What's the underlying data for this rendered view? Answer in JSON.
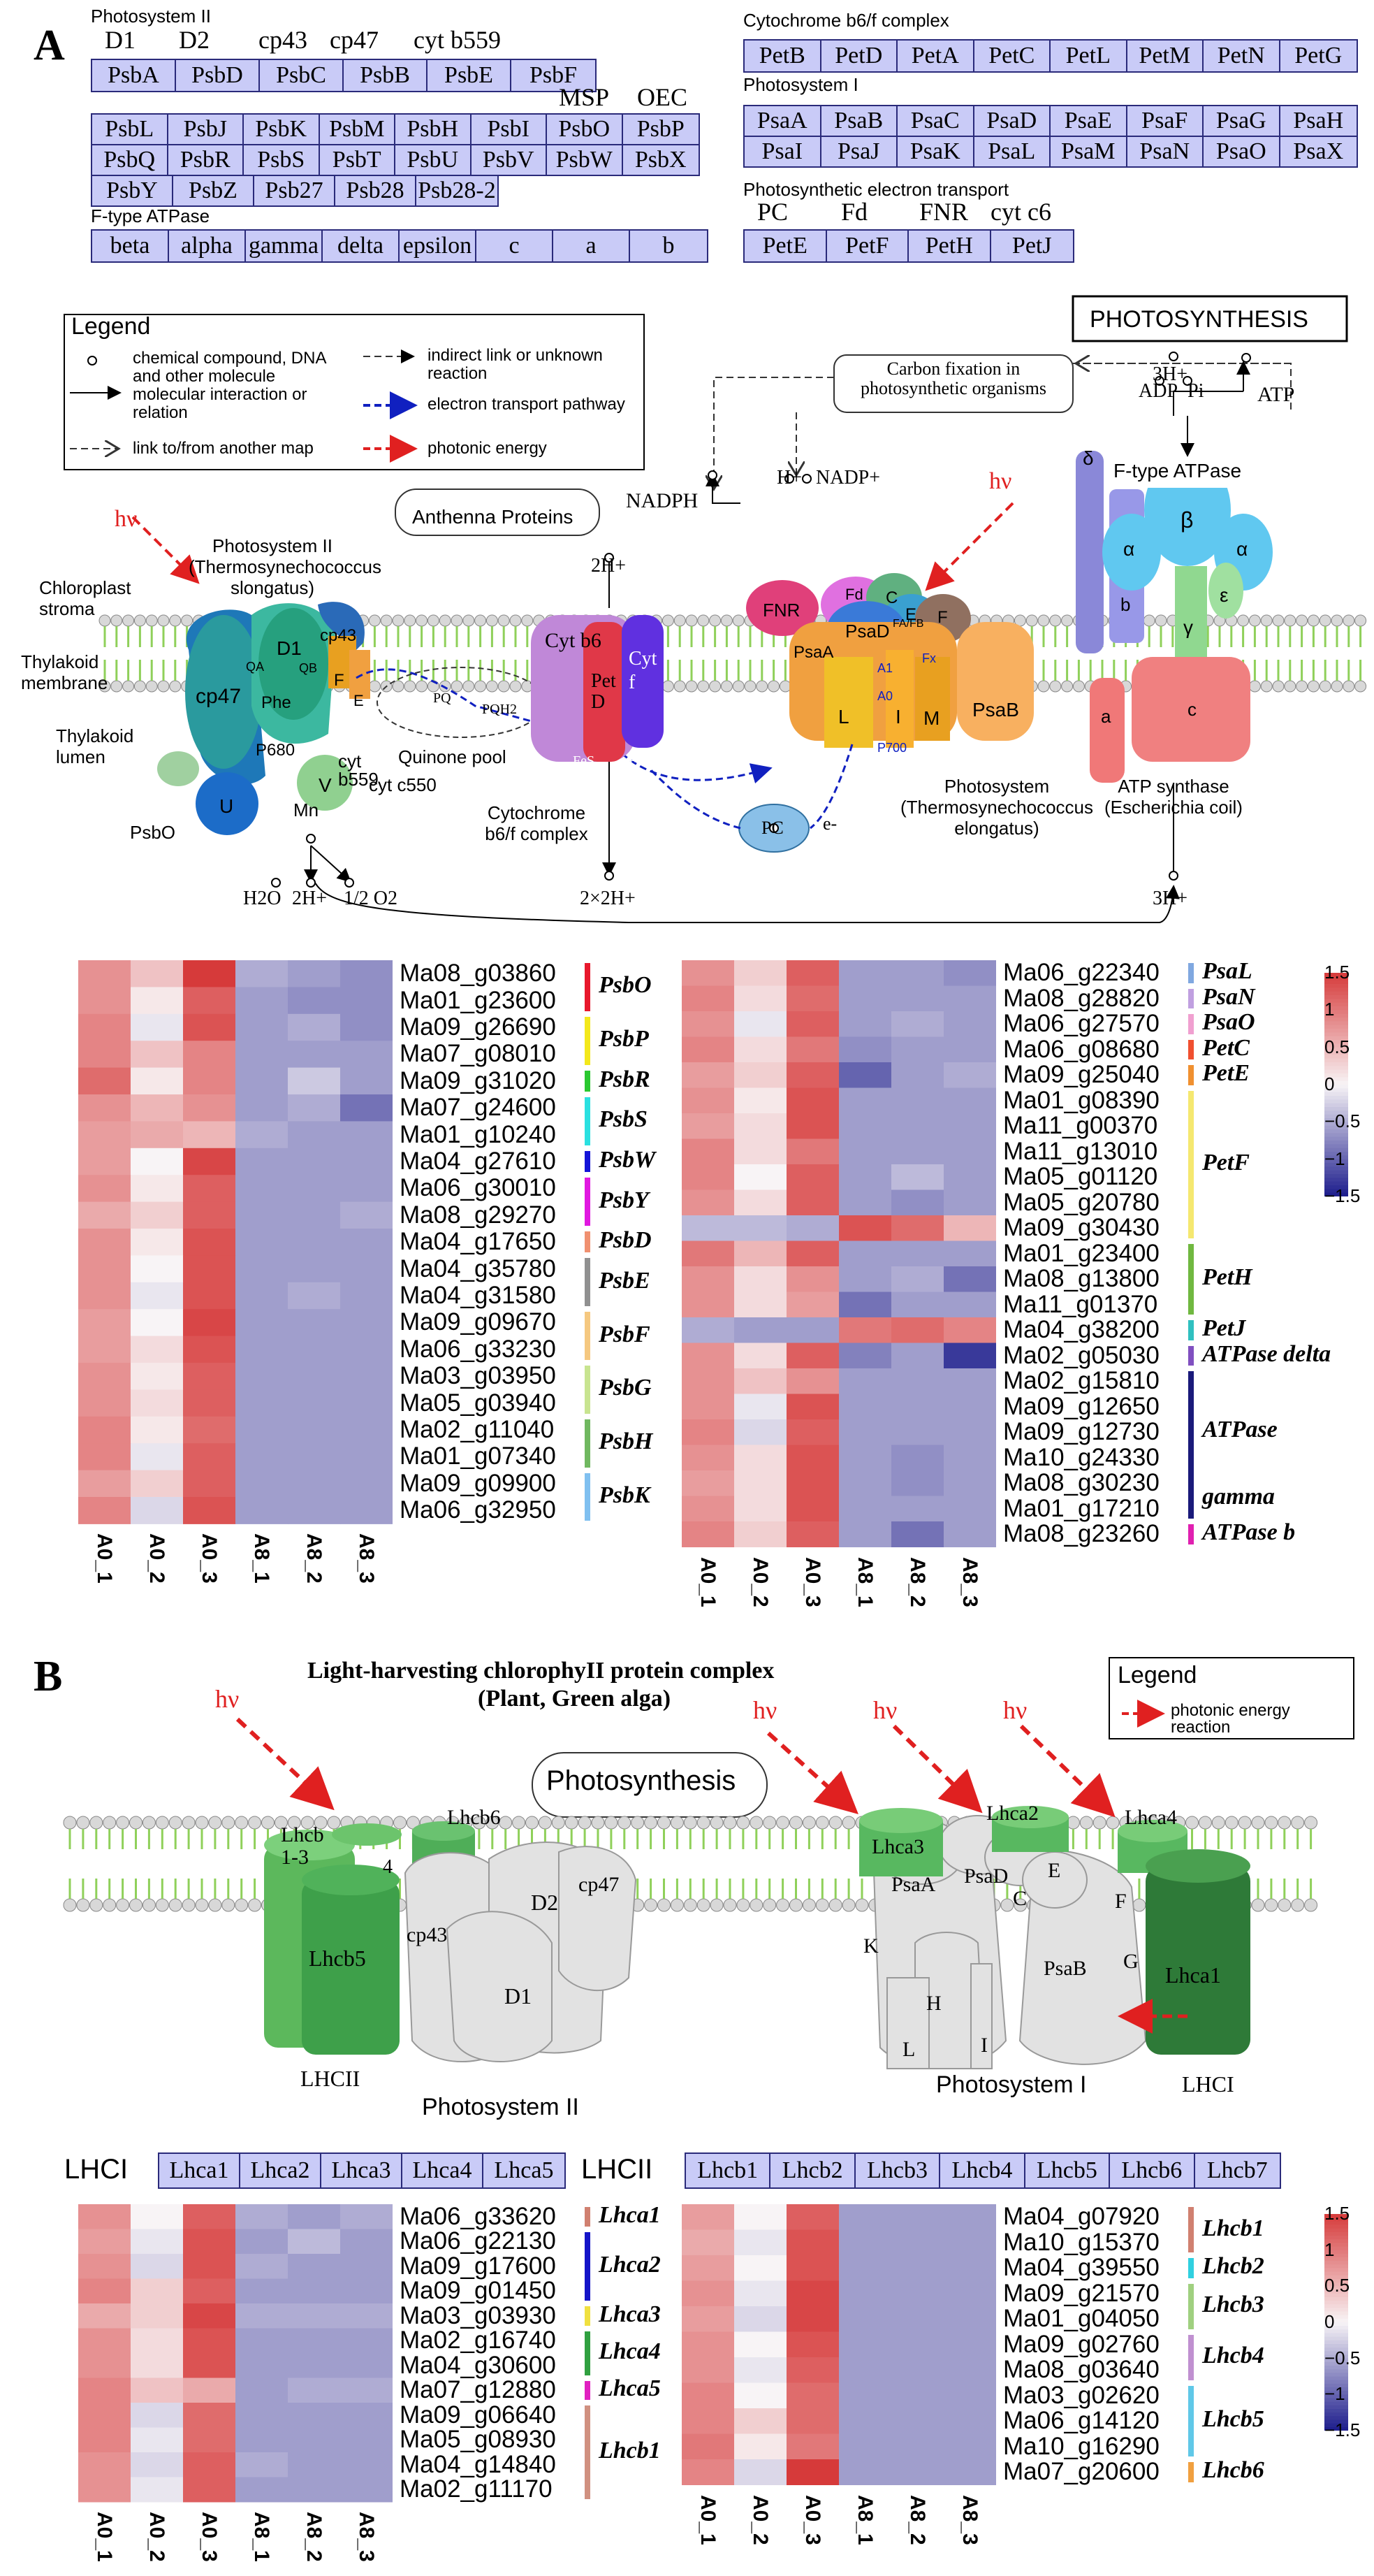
{
  "panel_a_label": "A",
  "panel_b_label": "B",
  "gene_tables": {
    "ps2": {
      "title": "Photosystem II",
      "top_labels": [
        "D1",
        "D2",
        "cp43",
        "cp47",
        "cyt b559"
      ],
      "row1": [
        "PsbA",
        "PsbD",
        "PsbC",
        "PsbB",
        "PsbE",
        "PsbF"
      ],
      "top_labels2": [
        "MSP",
        "OEC"
      ],
      "row2": [
        "PsbL",
        "PsbJ",
        "PsbK",
        "PsbM",
        "PsbH",
        "PsbI",
        "PsbO",
        "PsbP"
      ],
      "row3": [
        "PsbQ",
        "PsbR",
        "PsbS",
        "PsbT",
        "PsbU",
        "PsbV",
        "PsbW",
        "PsbX"
      ],
      "row4": [
        "PsbY",
        "PsbZ",
        "Psb27",
        "Psb28",
        "Psb28-2"
      ]
    },
    "atp": {
      "title": "F-type ATPase",
      "row1": [
        "beta",
        "alpha",
        "gamma",
        "delta",
        "epsilon",
        "c",
        "a",
        "b"
      ]
    },
    "b6f": {
      "title": "Cytochrome b6/f complex",
      "row1": [
        "PetB",
        "PetD",
        "PetA",
        "PetC",
        "PetL",
        "PetM",
        "PetN",
        "PetG"
      ]
    },
    "ps1": {
      "title": "Photosystem I",
      "row1": [
        "PsaA",
        "PsaB",
        "PsaC",
        "PsaD",
        "PsaE",
        "PsaF",
        "PsaG",
        "PsaH"
      ],
      "row2": [
        "PsaI",
        "PsaJ",
        "PsaK",
        "PsaL",
        "PsaM",
        "PsaN",
        "PsaO",
        "PsaX"
      ]
    },
    "pet": {
      "title": "Photosynthetic electron transport",
      "top_labels": [
        "PC",
        "Fd",
        "FNR",
        "cyt c6"
      ],
      "row1": [
        "PetE",
        "PetF",
        "PetH",
        "PetJ"
      ]
    }
  },
  "legend_a": {
    "title": "Legend",
    "items": [
      "chemical compound, DNA and other molecule",
      "molecular interaction or relation",
      "link to/from another map",
      "indirect link or unknown reaction",
      "electron transport pathway",
      "photonic energy"
    ]
  },
  "diagram_a": {
    "title": "PHOTOSYNTHESIS",
    "hv": "hν",
    "carbon_fixation": "Carbon fixation in photosynthetic organisms",
    "antenna": "Anthenna Proteins",
    "ps2_caption": "Photosystem II (Thermosynechococcus slongatus)",
    "stroma": "Chloroplast stroma",
    "membrane": "Thylakoid membrane",
    "lumen": "Thylakoid lumen",
    "quinone": "Quinone pool",
    "pq": "PQ",
    "pqh2": "PQH2",
    "cyt_b6f": "Cytochrome b6/f complex",
    "ps1_caption": "Photosystem (Thermosynechococcus elongatus)",
    "atp_synthase": "ATP synthase (Escherichia coil)",
    "f_type": "F-type ATPase",
    "nadph": "NADPH",
    "h_plus": "H+",
    "nadp_plus": "NADP+",
    "adp": "ADP",
    "pi": "Pi",
    "h3": "3H+",
    "atp": "ATP",
    "h2": "2H+",
    "h2o": "H2O",
    "half_o2": "1/2 O2",
    "h2x2": "2×2H+",
    "h3b": "3H+",
    "pc": "PC",
    "e_minus": "e-",
    "cyt_c550": "cyt c550",
    "cyt_b559": "cyt b559",
    "psbo": "PsbO",
    "mn": "Mn",
    "proteins": {
      "cp47": "cp47",
      "d1": "D1",
      "qa": "QA",
      "qb": "QB",
      "phe": "Phe",
      "p680": "P680",
      "cp43": "cp43",
      "f": "F",
      "e": "E",
      "u": "U",
      "v": "V",
      "cytb6": "Cyt b6",
      "pet_d": "Pet D",
      "cyt_f": "Cyt f",
      "fes": "FeS",
      "fe": "Fe",
      "fnr": "FNR",
      "fd": "Fd",
      "psad": "PsaD",
      "psaa": "PsaA",
      "c": "C",
      "e2": "E",
      "f2": "F",
      "fafb": "FA/FB",
      "a1": "A1",
      "a0": "A0",
      "fx": "Fx",
      "p700": "P700",
      "l": "L",
      "i": "I",
      "m": "M",
      "psab": "PsaB",
      "delta": "δ",
      "alpha": "α",
      "beta": "β",
      "alpha2": "α",
      "gamma": "γ",
      "eps": "ε",
      "b": "b",
      "a": "a",
      "c2": "c"
    }
  },
  "heatmap_columns": [
    "A0_1",
    "A0_2",
    "A0_3",
    "A8_1",
    "A8_2",
    "A8_3"
  ],
  "heatmap_a1": {
    "rows": [
      "Ma08_g03860",
      "Ma01_g23600",
      "Ma09_g26690",
      "Ma07_g08010",
      "Ma09_g31020",
      "Ma07_g24600",
      "Ma01_g10240",
      "Ma04_g27610",
      "Ma06_g30010",
      "Ma08_g29270",
      "Ma04_g17650",
      "Ma04_g35780",
      "Ma04_g31580",
      "Ma09_g09670",
      "Ma06_g33230",
      "Ma03_g03950",
      "Ma05_g03940",
      "Ma02_g11040",
      "Ma01_g07340",
      "Ma09_g09900",
      "Ma06_g32950"
    ],
    "values": [
      [
        0.8,
        0.4,
        1.5,
        -0.5,
        -0.6,
        -0.7
      ],
      [
        0.8,
        0.1,
        1.2,
        -0.6,
        -0.7,
        -0.7
      ],
      [
        0.9,
        -0.1,
        1.3,
        -0.6,
        -0.5,
        -0.7
      ],
      [
        0.9,
        0.4,
        0.9,
        -0.6,
        -0.6,
        -0.6
      ],
      [
        1.1,
        0.1,
        0.9,
        -0.6,
        -0.3,
        -0.6
      ],
      [
        0.8,
        0.5,
        0.8,
        -0.6,
        -0.5,
        -0.9
      ],
      [
        0.7,
        0.6,
        0.5,
        -0.5,
        -0.6,
        -0.6
      ],
      [
        0.7,
        0.0,
        1.4,
        -0.6,
        -0.6,
        -0.6
      ],
      [
        0.8,
        0.1,
        1.2,
        -0.6,
        -0.6,
        -0.6
      ],
      [
        0.6,
        0.3,
        1.2,
        -0.6,
        -0.6,
        -0.5
      ],
      [
        0.8,
        0.1,
        1.3,
        -0.6,
        -0.6,
        -0.6
      ],
      [
        0.8,
        0.0,
        1.3,
        -0.6,
        -0.6,
        -0.6
      ],
      [
        0.8,
        -0.1,
        1.3,
        -0.6,
        -0.5,
        -0.6
      ],
      [
        0.7,
        0.0,
        1.4,
        -0.6,
        -0.6,
        -0.6
      ],
      [
        0.7,
        0.2,
        1.3,
        -0.6,
        -0.6,
        -0.6
      ],
      [
        0.8,
        0.1,
        1.2,
        -0.6,
        -0.6,
        -0.6
      ],
      [
        0.8,
        0.2,
        1.2,
        -0.6,
        -0.6,
        -0.6
      ],
      [
        0.9,
        0.1,
        1.1,
        -0.6,
        -0.6,
        -0.6
      ],
      [
        0.9,
        -0.1,
        1.2,
        -0.6,
        -0.6,
        -0.6
      ],
      [
        0.7,
        0.3,
        1.2,
        -0.6,
        -0.6,
        -0.6
      ],
      [
        0.9,
        -0.2,
        1.3,
        -0.6,
        -0.6,
        -0.6
      ]
    ],
    "groups": [
      {
        "name": "PsbO",
        "start": 0,
        "end": 1,
        "color": "#e8182c"
      },
      {
        "name": "PsbP",
        "start": 2,
        "end": 3,
        "color": "#f3e81c"
      },
      {
        "name": "PsbR",
        "start": 4,
        "end": 4,
        "color": "#2ac830"
      },
      {
        "name": "PsbS",
        "start": 5,
        "end": 6,
        "color": "#2ae0e0"
      },
      {
        "name": "PsbW",
        "start": 7,
        "end": 7,
        "color": "#1414d8"
      },
      {
        "name": "PsbY",
        "start": 8,
        "end": 9,
        "color": "#e018e0"
      },
      {
        "name": "PsbD",
        "start": 10,
        "end": 10,
        "color": "#f09070"
      },
      {
        "name": "PsbE",
        "start": 11,
        "end": 12,
        "color": "#909090"
      },
      {
        "name": "PsbF",
        "start": 13,
        "end": 14,
        "color": "#f5c880"
      },
      {
        "name": "PsbG",
        "start": 15,
        "end": 16,
        "color": "#c8e490"
      },
      {
        "name": "PsbH",
        "start": 17,
        "end": 18,
        "color": "#70b860"
      },
      {
        "name": "PsbK",
        "start": 19,
        "end": 20,
        "color": "#80c0f0"
      }
    ]
  },
  "heatmap_a2": {
    "rows": [
      "Ma06_g22340",
      "Ma08_g28820",
      "Ma06_g27570",
      "Ma06_g08680",
      "Ma09_g25040",
      "Ma01_g08390",
      "Ma11_g00370",
      "Ma11_g13010",
      "Ma05_g01120",
      "Ma05_g20780",
      "Ma09_g30430",
      "Ma01_g23400",
      "Ma08_g13800",
      "Ma11_g01370",
      "Ma04_g38200",
      "Ma02_g05030",
      "Ma02_g15810",
      "Ma09_g12650",
      "Ma09_g12730",
      "Ma10_g24330",
      "Ma08_g30230",
      "Ma01_g17210",
      "Ma08_g23260"
    ],
    "values": [
      [
        0.8,
        0.3,
        1.2,
        -0.6,
        -0.6,
        -0.7
      ],
      [
        0.9,
        0.2,
        1.1,
        -0.6,
        -0.6,
        -0.6
      ],
      [
        0.8,
        -0.1,
        1.2,
        -0.6,
        -0.5,
        -0.6
      ],
      [
        0.9,
        0.2,
        1.0,
        -0.7,
        -0.6,
        -0.6
      ],
      [
        0.7,
        0.3,
        1.2,
        -1.0,
        -0.6,
        -0.5
      ],
      [
        0.8,
        0.1,
        1.3,
        -0.6,
        -0.6,
        -0.6
      ],
      [
        0.7,
        0.2,
        1.3,
        -0.6,
        -0.6,
        -0.6
      ],
      [
        0.9,
        0.2,
        1.0,
        -0.6,
        -0.6,
        -0.6
      ],
      [
        0.9,
        0.0,
        1.2,
        -0.6,
        -0.4,
        -0.6
      ],
      [
        0.8,
        0.2,
        1.2,
        -0.6,
        -0.7,
        -0.6
      ],
      [
        -0.4,
        -0.4,
        -0.5,
        1.3,
        1.1,
        0.5
      ],
      [
        1.0,
        0.5,
        1.2,
        -0.6,
        -0.6,
        -0.6
      ],
      [
        0.8,
        0.2,
        0.8,
        -0.6,
        -0.5,
        -0.9
      ],
      [
        0.8,
        0.2,
        0.7,
        -0.9,
        -0.6,
        -0.6
      ],
      [
        -0.5,
        -0.6,
        -0.6,
        1.0,
        1.1,
        0.9
      ],
      [
        0.8,
        0.2,
        1.2,
        -0.8,
        -0.6,
        -1.3
      ],
      [
        0.8,
        0.4,
        0.8,
        -0.6,
        -0.6,
        -0.6
      ],
      [
        0.8,
        -0.1,
        1.3,
        -0.6,
        -0.6,
        -0.6
      ],
      [
        0.9,
        -0.2,
        1.2,
        -0.6,
        -0.6,
        -0.6
      ],
      [
        0.8,
        0.2,
        1.3,
        -0.6,
        -0.7,
        -0.6
      ],
      [
        0.7,
        0.2,
        1.3,
        -0.6,
        -0.7,
        -0.6
      ],
      [
        0.8,
        0.2,
        1.3,
        -0.6,
        -0.6,
        -0.6
      ],
      [
        0.9,
        0.3,
        1.2,
        -0.6,
        -0.9,
        -0.6
      ]
    ],
    "groups": [
      {
        "name": "PsaL",
        "start": 0,
        "end": 0,
        "color": "#80a8e0"
      },
      {
        "name": "PsaN",
        "start": 1,
        "end": 1,
        "color": "#c0a0e0"
      },
      {
        "name": "PsaO",
        "start": 2,
        "end": 2,
        "color": "#f0a0d0"
      },
      {
        "name": "PetC",
        "start": 3,
        "end": 3,
        "color": "#f05030"
      },
      {
        "name": "PetE",
        "start": 4,
        "end": 4,
        "color": "#f09030"
      },
      {
        "name": "PetF",
        "start": 5,
        "end": 10,
        "color": "#f5e870"
      },
      {
        "name": "PetH",
        "start": 11,
        "end": 13,
        "color": "#70b840"
      },
      {
        "name": "PetJ",
        "start": 14,
        "end": 14,
        "color": "#30c0c0"
      },
      {
        "name": "ATPase delta",
        "start": 15,
        "end": 15,
        "color": "#8050c0"
      },
      {
        "name": "ATPase gamma",
        "start": 16,
        "end": 21,
        "color": "#1a1a7a"
      },
      {
        "name": "ATPase b",
        "start": 22,
        "end": 22,
        "color": "#e020b0"
      }
    ],
    "atpase_gamma_lines": [
      "ATPase",
      "gamma"
    ]
  },
  "colorbar": {
    "ticks": [
      "1.5",
      "1",
      "0.5",
      "0",
      "−0.5",
      "−1",
      "−1.5"
    ]
  },
  "diagram_b": {
    "title_line1": "Light-harvesting chlorophyII protein complex",
    "title_line2": "(Plant, Green alga)",
    "hv": "hν",
    "legend_title": "Legend",
    "legend_item": "photonic energy reaction",
    "photosynthesis": "Photosynthesis",
    "lhcb13": "Lhcb 1-3",
    "four": "4",
    "lhcb6": "Lhcb6",
    "lhcb5": "Lhcb5",
    "cp43": "cp43",
    "d2": "D2",
    "cp47": "cp47",
    "d1": "D1",
    "lhcii": "LHCII",
    "ps2": "Photosystem II",
    "lhca3": "Lhca3",
    "lhca2": "Lhca2",
    "lhca4": "Lhca4",
    "psaa": "PsaA",
    "psad": "PsaD",
    "c": "C",
    "e": "E",
    "f": "F",
    "g": "G",
    "k": "K",
    "h": "H",
    "psab": "PsaB",
    "l": "L",
    "i": "I",
    "lhca1": "Lhca1",
    "ps1": "Photosystem I",
    "lhci": "LHCI"
  },
  "lhc_tables": {
    "lhci": {
      "title": "LHCI",
      "cells": [
        "Lhca1",
        "Lhca2",
        "Lhca3",
        "Lhca4",
        "Lhca5"
      ]
    },
    "lhcii": {
      "title": "LHCII",
      "cells": [
        "Lhcb1",
        "Lhcb2",
        "Lhcb3",
        "Lhcb4",
        "Lhcb5",
        "Lhcb6",
        "Lhcb7"
      ]
    }
  },
  "heatmap_b1": {
    "rows": [
      "Ma06_g33620",
      "Ma06_g22130",
      "Ma09_g17600",
      "Ma09_g01450",
      "Ma03_g03930",
      "Ma02_g16740",
      "Ma04_g30600",
      "Ma07_g12880",
      "Ma09_g06640",
      "Ma05_g08930",
      "Ma04_g14840",
      "Ma02_g11170"
    ],
    "values": [
      [
        0.8,
        0.0,
        1.2,
        -0.5,
        -0.6,
        -0.5
      ],
      [
        0.7,
        -0.1,
        1.3,
        -0.6,
        -0.4,
        -0.6
      ],
      [
        0.8,
        -0.2,
        1.3,
        -0.5,
        -0.6,
        -0.6
      ],
      [
        0.9,
        0.3,
        1.2,
        -0.6,
        -0.6,
        -0.6
      ],
      [
        0.6,
        0.3,
        1.4,
        -0.5,
        -0.5,
        -0.5
      ],
      [
        0.8,
        0.2,
        1.3,
        -0.6,
        -0.6,
        -0.6
      ],
      [
        0.8,
        0.2,
        1.3,
        -0.6,
        -0.6,
        -0.6
      ],
      [
        0.9,
        0.4,
        0.6,
        -0.6,
        -0.5,
        -0.5
      ],
      [
        0.9,
        -0.2,
        1.1,
        -0.6,
        -0.6,
        -0.6
      ],
      [
        0.9,
        -0.1,
        1.1,
        -0.6,
        -0.6,
        -0.6
      ],
      [
        0.8,
        -0.2,
        1.2,
        -0.5,
        -0.6,
        -0.6
      ],
      [
        0.8,
        -0.1,
        1.2,
        -0.6,
        -0.6,
        -0.6
      ]
    ],
    "groups": [
      {
        "name": "Lhca1",
        "start": 0,
        "end": 0,
        "color": "#d08070"
      },
      {
        "name": "Lhca2",
        "start": 1,
        "end": 3,
        "color": "#1414c8"
      },
      {
        "name": "Lhca3",
        "start": 4,
        "end": 4,
        "color": "#f0e040"
      },
      {
        "name": "Lhca4",
        "start": 5,
        "end": 6,
        "color": "#30a040"
      },
      {
        "name": "Lhca5",
        "start": 7,
        "end": 7,
        "color": "#e020c0"
      },
      {
        "name": "Lhcb1",
        "start": 8,
        "end": 11,
        "color": "#d09080"
      }
    ]
  },
  "heatmap_b2": {
    "rows": [
      "Ma04_g07920",
      "Ma10_g15370",
      "Ma04_g39550",
      "Ma09_g21570",
      "Ma01_g04050",
      "Ma09_g02760",
      "Ma08_g03640",
      "Ma03_g02620",
      "Ma06_g14120",
      "Ma10_g16290",
      "Ma07_g20600"
    ],
    "values": [
      [
        0.7,
        0.0,
        1.2,
        -0.6,
        -0.6,
        -0.6
      ],
      [
        0.6,
        -0.1,
        1.3,
        -0.6,
        -0.6,
        -0.6
      ],
      [
        0.7,
        0.0,
        1.3,
        -0.6,
        -0.6,
        -0.6
      ],
      [
        0.8,
        -0.1,
        1.4,
        -0.6,
        -0.6,
        -0.6
      ],
      [
        0.7,
        -0.2,
        1.4,
        -0.6,
        -0.6,
        -0.6
      ],
      [
        0.8,
        0.0,
        1.3,
        -0.6,
        -0.6,
        -0.6
      ],
      [
        0.8,
        -0.1,
        1.2,
        -0.6,
        -0.6,
        -0.6
      ],
      [
        0.9,
        0.0,
        1.1,
        -0.6,
        -0.6,
        -0.6
      ],
      [
        0.9,
        0.3,
        1.1,
        -0.6,
        -0.6,
        -0.6
      ],
      [
        1.0,
        0.1,
        1.0,
        -0.6,
        -0.6,
        -0.6
      ],
      [
        0.9,
        -0.2,
        1.5,
        -0.6,
        -0.6,
        -0.6
      ]
    ],
    "groups": [
      {
        "name": "Lhcb1",
        "start": 0,
        "end": 1,
        "color": "#d08070"
      },
      {
        "name": "Lhcb2",
        "start": 2,
        "end": 2,
        "color": "#30d0e0"
      },
      {
        "name": "Lhcb3",
        "start": 3,
        "end": 4,
        "color": "#a0d080"
      },
      {
        "name": "Lhcb4",
        "start": 5,
        "end": 6,
        "color": "#c090d0"
      },
      {
        "name": "Lhcb5",
        "start": 7,
        "end": 9,
        "color": "#60c8e8"
      },
      {
        "name": "Lhcb6",
        "start": 10,
        "end": 10,
        "color": "#f0a040"
      }
    ]
  },
  "colors": {
    "table_fill": "#c9cbf7",
    "table_border": "#2a2a7a",
    "membrane_green": "#8fd05a",
    "heat_high": "#d63a3a",
    "heat_low": "#1c1c8c",
    "photon": "#e02020"
  }
}
